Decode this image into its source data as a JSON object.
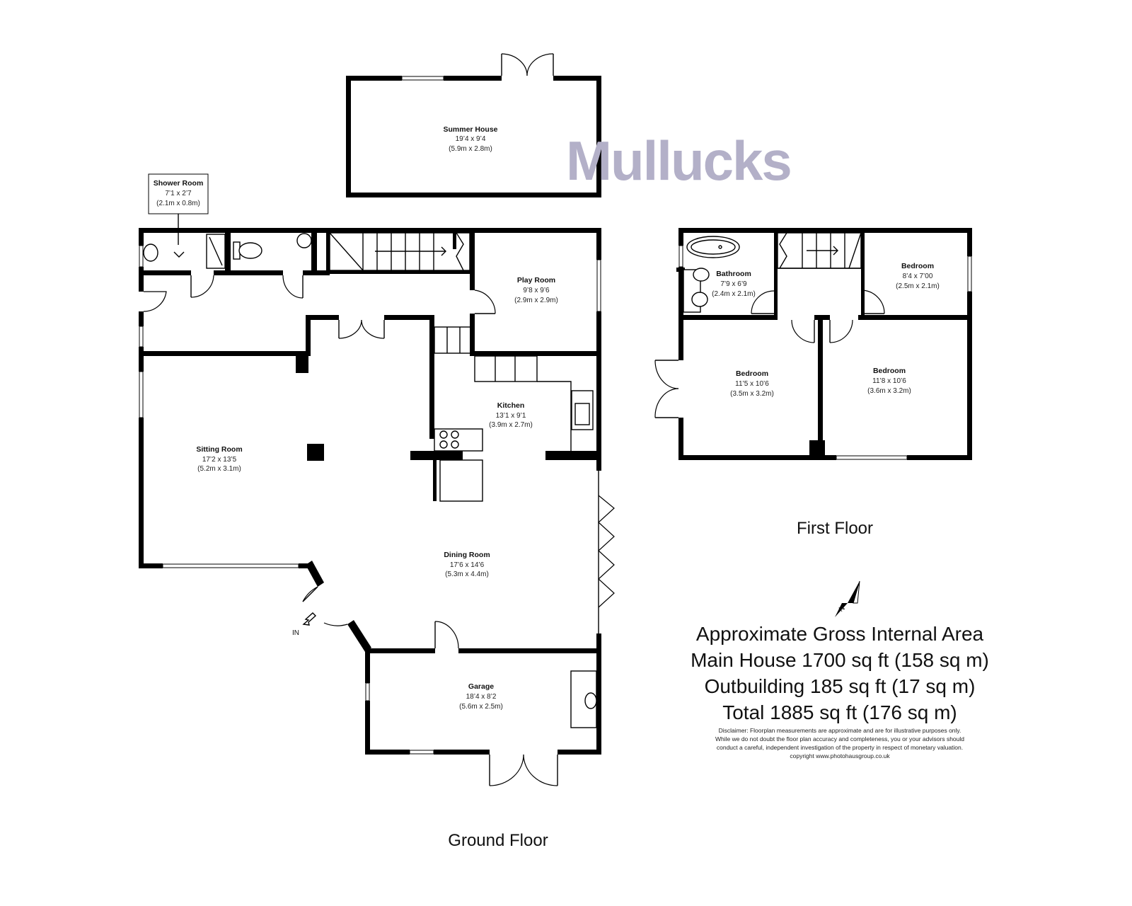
{
  "brand": {
    "name": "Mullucks",
    "color": "#b3b0c8"
  },
  "rooms": {
    "summer_house": {
      "name": "Summer House",
      "imperial": "19’4 x 9’4",
      "metric": "(5.9m x 2.8m)"
    },
    "shower_room": {
      "name": "Shower Room",
      "imperial": "7’1 x 2’7",
      "metric": "(2.1m x 0.8m)"
    },
    "play_room": {
      "name": "Play Room",
      "imperial": "9’8 x 9’6",
      "metric": "(2.9m x 2.9m)"
    },
    "kitchen": {
      "name": "Kitchen",
      "imperial": "13’1 x 9’1",
      "metric": "(3.9m x 2.7m)"
    },
    "sitting_room": {
      "name": "Sitting Room",
      "imperial": "17’2 x 13’5",
      "metric": "(5.2m x 3.1m)"
    },
    "dining_room": {
      "name": "Dining Room",
      "imperial": "17’6 x 14’6",
      "metric": "(5.3m x 4.4m)"
    },
    "garage": {
      "name": "Garage",
      "imperial": "18’4 x 8’2",
      "metric": "(5.6m x 2.5m)"
    },
    "bathroom": {
      "name": "Bathroom",
      "imperial": "7’9 x 6’9",
      "metric": "(2.4m x 2.1m)"
    },
    "bedroom_small": {
      "name": "Bedroom",
      "imperial": "8’4 x 7’00",
      "metric": "(2.5m x 2.1m)"
    },
    "bedroom_left": {
      "name": "Bedroom",
      "imperial": "11’5 x 10’6",
      "metric": "(3.5m x 3.2m)"
    },
    "bedroom_right": {
      "name": "Bedroom",
      "imperial": "11’8 x 10’6",
      "metric": "(3.6m x 3.2m)"
    }
  },
  "labels": {
    "ground_floor": "Ground Floor",
    "first_floor": "First Floor",
    "entrance": "IN",
    "compass": "N"
  },
  "area": {
    "heading": "Approximate Gross Internal Area",
    "main_house": "Main House 1700 sq ft (158 sq m)",
    "outbuilding": "Outbuilding 185 sq ft (17 sq m)",
    "total": "Total 1885 sq ft (176 sq m)"
  },
  "disclaimer": {
    "line1": "Disclaimer: Floorplan measurements are approximate and are for illustrative purposes only.",
    "line2": "While we do not doubt the floor plan accuracy and completeness, you or your advisors should",
    "line3": "conduct a careful, independent investigation of the property in respect of monetary valuation.",
    "line4": "copyright www.photohausgroup.co.uk"
  }
}
